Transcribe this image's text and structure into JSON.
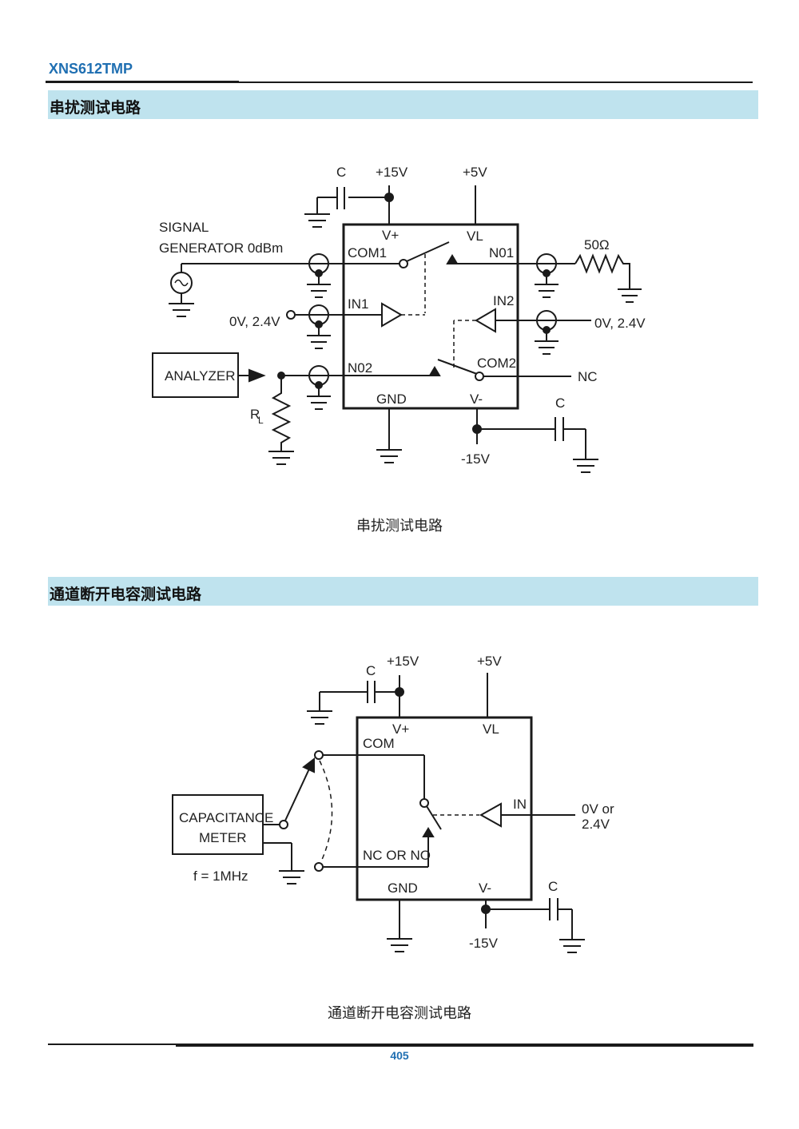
{
  "header": {
    "title": "XNS612TMP"
  },
  "sections": [
    {
      "heading": "串扰测试电路",
      "caption": "串扰测试电路",
      "labels": {
        "c_top": "C",
        "v15": "+15V",
        "v5": "+5V",
        "vplus": "V+",
        "vl": "VL",
        "sig1": "SIGNAL",
        "sig2": "GENERATOR 0dBm",
        "com1": "COM1",
        "no1": "N01",
        "ohm": "50Ω",
        "in1": "IN1",
        "in2": "IN2",
        "v_in1": "0V, 2.4V",
        "v_in2": "0V, 2.4V",
        "analyzer": "ANALYZER",
        "rl": "R",
        "rl_sub": "L",
        "no2": "N02",
        "com2": "COM2",
        "nc": "NC",
        "gnd": "GND",
        "vminus": "V-",
        "c_bot": "C",
        "vneg": "-15V"
      }
    },
    {
      "heading": "通道断开电容测试电路",
      "caption": "通道断开电容测试电路",
      "labels": {
        "c_top": "C",
        "v15": "+15V",
        "v5": "+5V",
        "vplus": "V+",
        "vl": "VL",
        "com": "COM",
        "cap1": "CAPACITANCE",
        "cap2": "METER",
        "freq": "f = 1MHz",
        "in": "IN",
        "vin1": "0V or",
        "vin2": "2.4V",
        "ncno": "NC OR NO",
        "gnd": "GND",
        "vminus": "V-",
        "c_bot": "C",
        "vneg": "-15V"
      }
    }
  ],
  "footer": {
    "page": "405"
  }
}
